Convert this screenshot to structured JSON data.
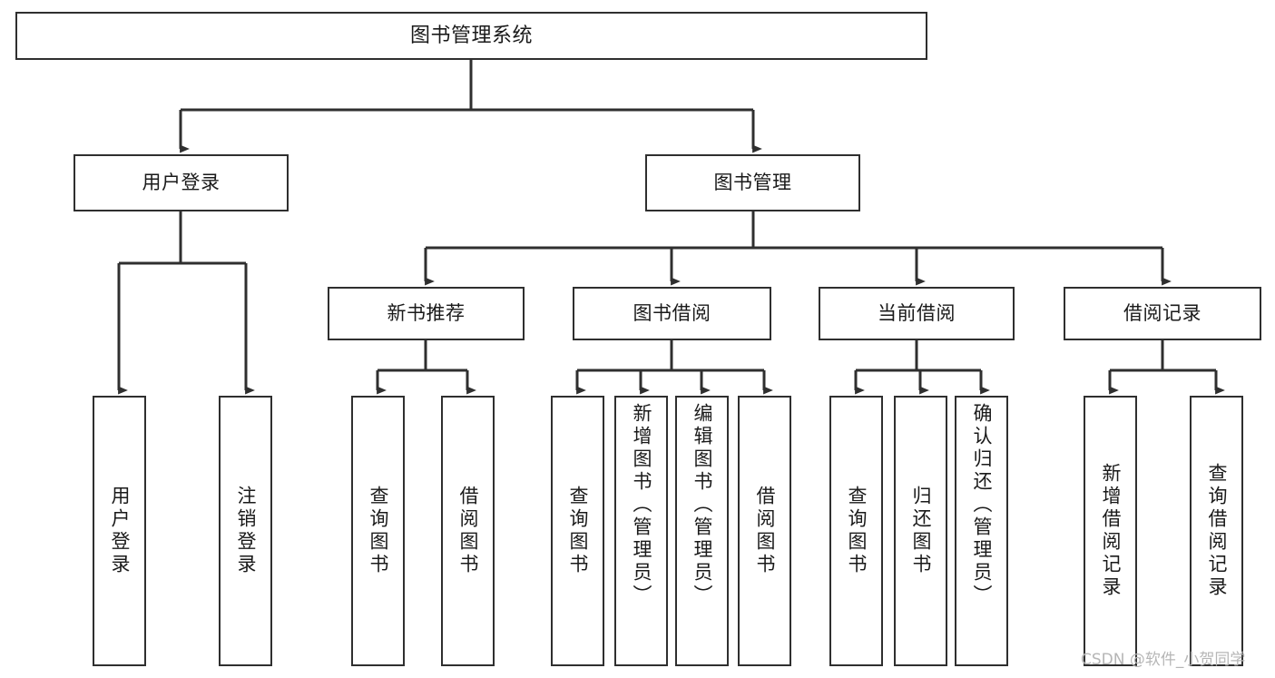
{
  "diagram": {
    "title": "图书管理系统",
    "type": "tree-hierarchy-chart",
    "orientation": "top-down",
    "colors": {
      "box_border": "#2f2f2f",
      "box_fill": "#ffffff",
      "edge": "#2f2f2f",
      "text": "#1a1a1a",
      "watermark": "#b6b6b6",
      "background": "#ffffff"
    }
  },
  "nodes": {
    "root": {
      "label": "图书管理系统"
    },
    "level2": [
      {
        "id": "user-login",
        "label": "用户登录"
      },
      {
        "id": "book-manage",
        "label": "图书管理"
      }
    ],
    "level3": [
      {
        "id": "new-book-recommend",
        "label": "新书推荐"
      },
      {
        "id": "book-borrow",
        "label": "图书借阅"
      },
      {
        "id": "current-borrow",
        "label": "当前借阅"
      },
      {
        "id": "borrow-record",
        "label": "借阅记录"
      }
    ],
    "leaves": {
      "user_login": [
        {
          "id": "leaf-user-login",
          "label": "用户登录"
        },
        {
          "id": "leaf-user-logout",
          "label": "注销登录"
        }
      ],
      "new_book_recommend": [
        {
          "id": "leaf-query-book-1",
          "label": "查询图书"
        },
        {
          "id": "leaf-borrow-book-1",
          "label": "借阅图书"
        }
      ],
      "book_borrow": [
        {
          "id": "leaf-query-book-2",
          "label": "查询图书"
        },
        {
          "id": "leaf-add-book",
          "label": "新增图书（管理员）"
        },
        {
          "id": "leaf-edit-book",
          "label": "编辑图书（管理员）"
        },
        {
          "id": "leaf-borrow-book-2",
          "label": "借阅图书"
        }
      ],
      "current_borrow": [
        {
          "id": "leaf-query-book-3",
          "label": "查询图书"
        },
        {
          "id": "leaf-return-book",
          "label": "归还图书"
        },
        {
          "id": "leaf-confirm-return",
          "label": "确认归还（管理员）"
        }
      ],
      "borrow_record": [
        {
          "id": "leaf-add-borrow-record",
          "label": "新增借阅记录"
        },
        {
          "id": "leaf-query-borrow-record",
          "label": "查询借阅记录"
        }
      ]
    }
  },
  "watermark": {
    "text": "CSDN @软件_小贺同学"
  }
}
